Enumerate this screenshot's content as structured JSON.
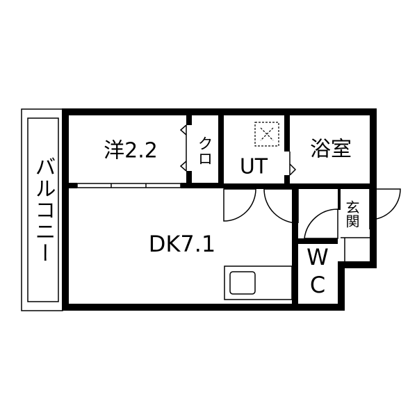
{
  "rooms": {
    "balcony": "バルコニー",
    "western_room": "洋2.2",
    "closet": "クロ",
    "utility": "UT",
    "bathroom": "浴室",
    "dining_kitchen": "DK7.1",
    "entrance": "玄関",
    "toilet": "WC"
  },
  "colors": {
    "wall": "#000000",
    "background": "#ffffff",
    "line": "#000000"
  }
}
